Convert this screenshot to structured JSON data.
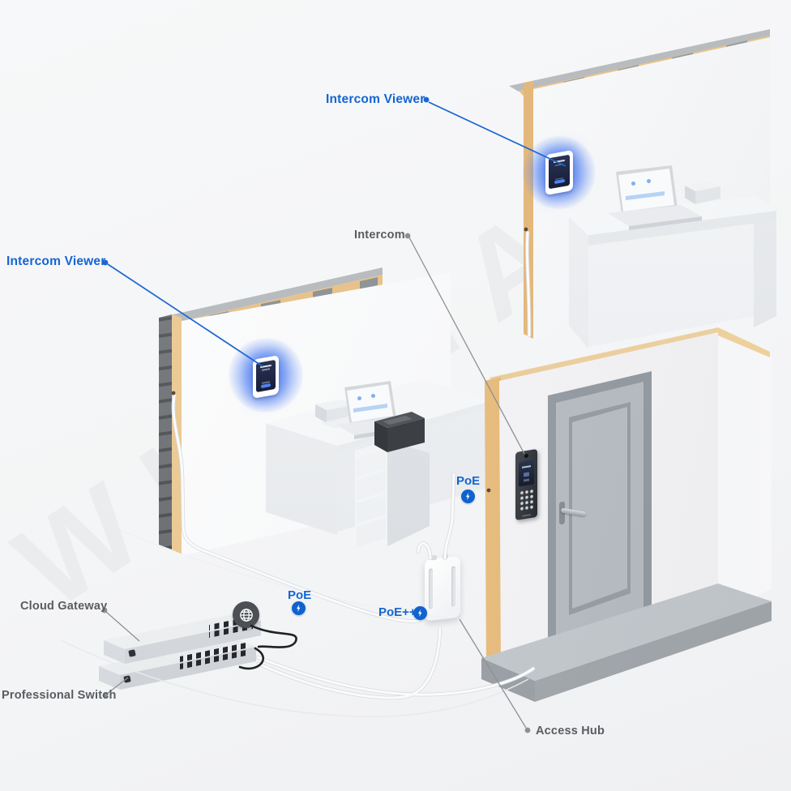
{
  "labels": {
    "intercom_viewer_top": "Intercom Viewer",
    "intercom_viewer_left": "Intercom Viewer",
    "intercom": "Intercom",
    "cloud_gateway": "Cloud Gateway",
    "professional_switch": "Professional Switch",
    "access_hub": "Access Hub",
    "poe_wall": "PoE",
    "poe_bottom": "PoE",
    "poe_plus": "PoE++"
  },
  "watermark": "WIFIMAG",
  "colors": {
    "accent_blue": "#1565d2",
    "label_gray": "#595d61",
    "bolt_blue": "#0f62cf",
    "glow_blue": "#4a7df0",
    "wood": "#e8c28a",
    "concrete": "#9ea3a8"
  },
  "icons": {
    "bolt": "lightning-bolt-icon",
    "globe": "globe-icon"
  }
}
